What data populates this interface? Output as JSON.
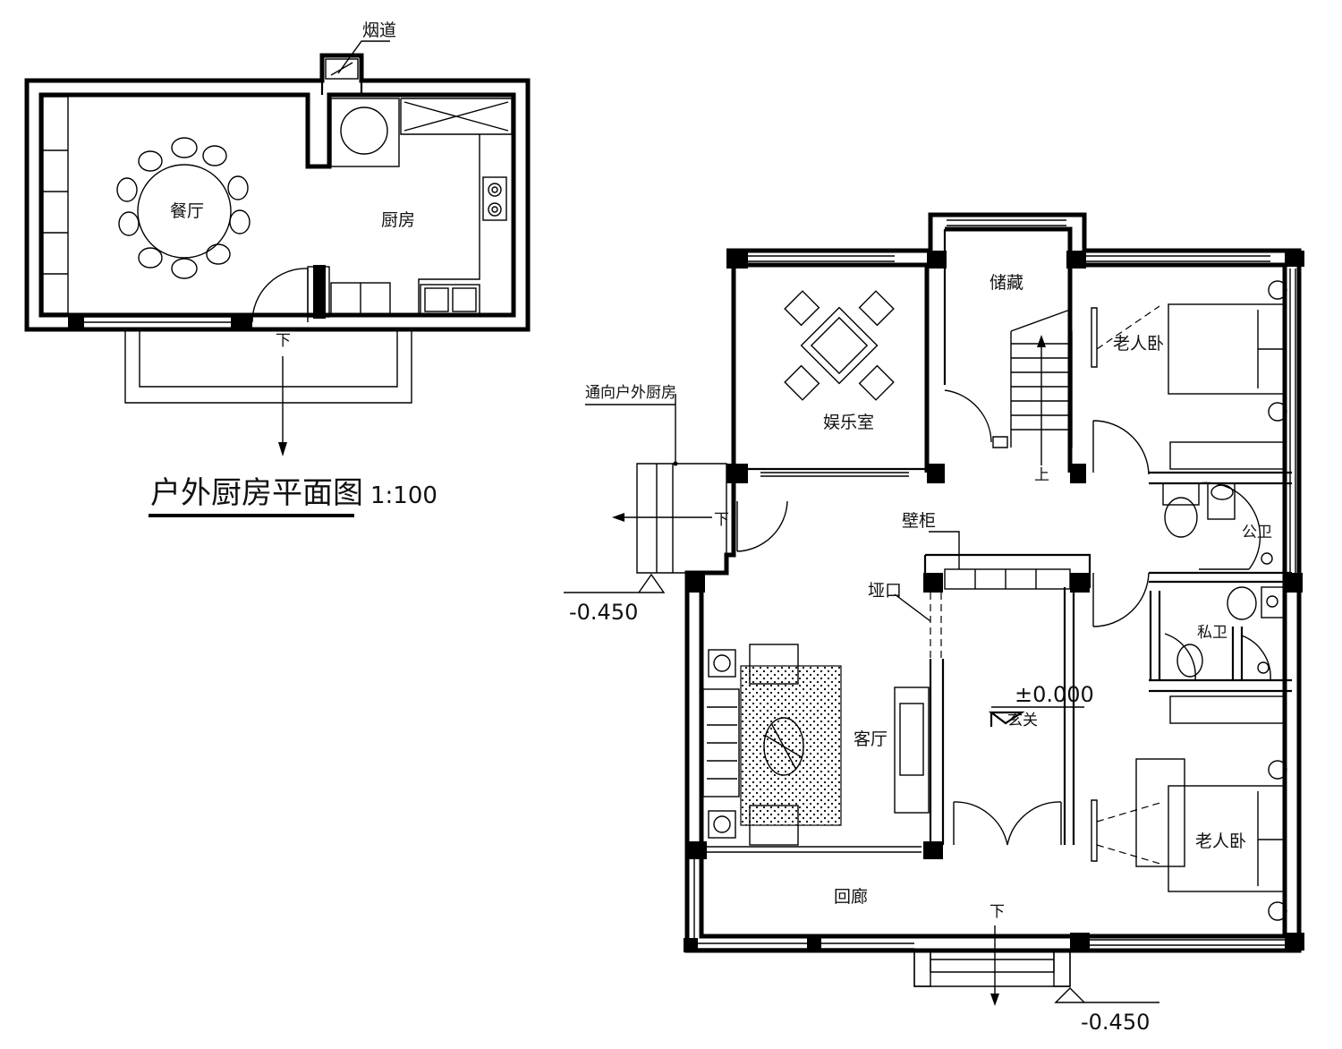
{
  "outdoor_kitchen": {
    "title": "户外厨房平面图",
    "scale": "1:100",
    "flue": "烟道",
    "dining": "餐厅",
    "kitchen": "厨房",
    "down": "下"
  },
  "main_plan": {
    "entertainment_room": "娱乐室",
    "storage": "储藏",
    "elder_bedroom_top": "老人卧",
    "elder_bedroom_bottom": "老人卧",
    "public_bath": "公卫",
    "private_bath": "私卫",
    "wardrobe": "壁柜",
    "opening": "垭口",
    "living_room": "客厅",
    "foyer": "玄关",
    "veranda": "回廊",
    "to_outdoor_kitchen": "通向户外厨房",
    "up": "上",
    "down_stair": "下",
    "down_side": "下",
    "level_zero": "±0.000",
    "level_side": "-0.450",
    "level_front": "-0.450"
  }
}
